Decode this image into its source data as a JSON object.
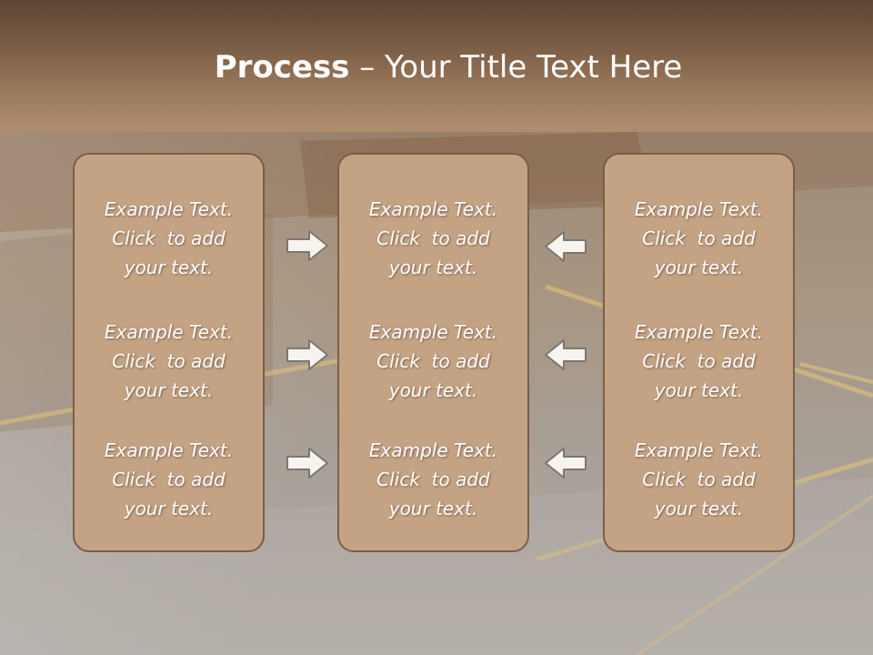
{
  "slide": {
    "title_bold": "Process",
    "title_rest": " – Your Title Text Here"
  },
  "columns": [
    {
      "items": [
        {
          "line1": "Example Text.",
          "line2": "Click  to add",
          "line3": "your text."
        },
        {
          "line1": "Example Text.",
          "line2": "Click  to add",
          "line3": "your text."
        },
        {
          "line1": "Example Text.",
          "line2": "Click  to add",
          "line3": "your text."
        }
      ]
    },
    {
      "items": [
        {
          "line1": "Example Text.",
          "line2": "Click  to add",
          "line3": "your text."
        },
        {
          "line1": "Example Text.",
          "line2": "Click  to add",
          "line3": "your text."
        },
        {
          "line1": "Example Text.",
          "line2": "Click  to add",
          "line3": "your text."
        }
      ]
    },
    {
      "items": [
        {
          "line1": "Example Text.",
          "line2": "Click  to add",
          "line3": "your text."
        },
        {
          "line1": "Example Text.",
          "line2": "Click  to add",
          "line3": "your text."
        },
        {
          "line1": "Example Text.",
          "line2": "Click  to add",
          "line3": "your text."
        }
      ]
    }
  ],
  "arrows": {
    "left_group": "right-arrow-icon",
    "right_group": "left-arrow-icon"
  },
  "colors": {
    "header": "#7a5d45",
    "card_fill": "#c4a385",
    "card_border": "#7a5f48",
    "text": "#ffffff"
  }
}
